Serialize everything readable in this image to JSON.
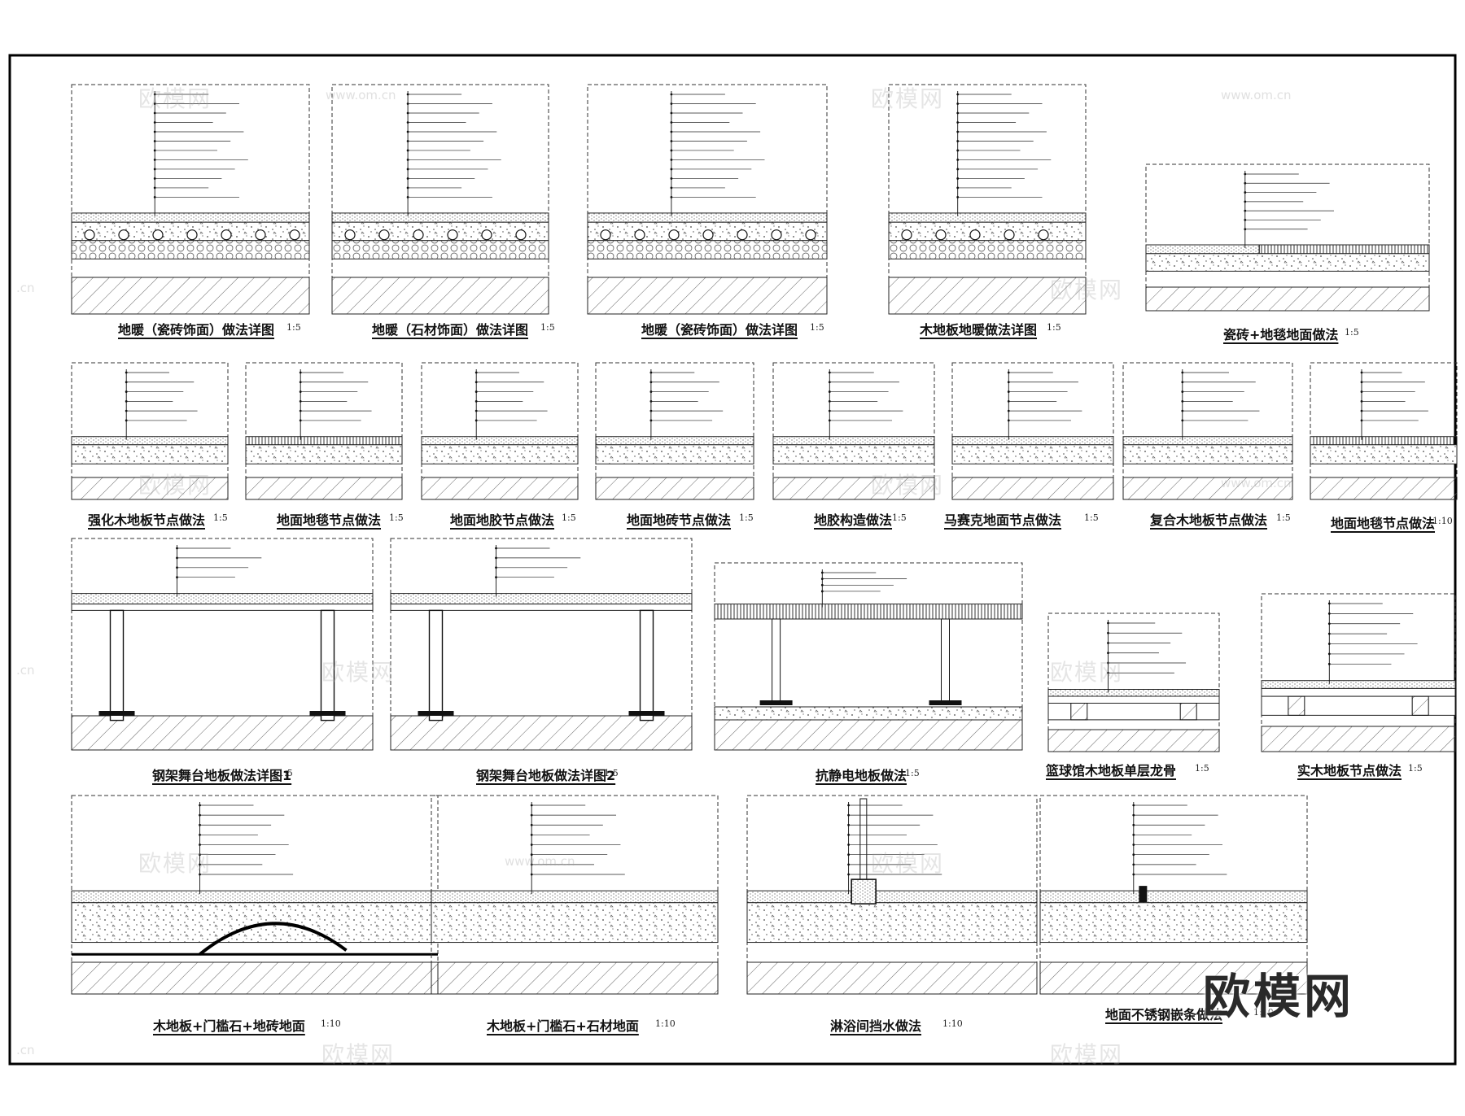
{
  "colors": {
    "ink": "#111111",
    "hatch": "#555555",
    "frame": "#000000",
    "watermark": "#a0a0a0"
  },
  "watermark": {
    "text": "欧模网",
    "url": "www.om.cn",
    "url_short": ".cn"
  },
  "brand_logo": "欧模网",
  "details": [
    {
      "title": "地暖（瓷砖饰面）做法详图",
      "scale": "1:5"
    },
    {
      "title": "地暖（石材饰面）做法详图",
      "scale": "1:5"
    },
    {
      "title": "地暖（瓷砖饰面）做法详图",
      "scale": "1:5"
    },
    {
      "title": "木地板地暖做法详图",
      "scale": "1:5"
    },
    {
      "title": "瓷砖+地毯地面做法",
      "scale": "1:5"
    },
    {
      "title": "强化木地板节点做法",
      "scale": "1:5"
    },
    {
      "title": "地面地毯节点做法",
      "scale": "1:5"
    },
    {
      "title": "地面地胶节点做法",
      "scale": "1:5"
    },
    {
      "title": "地面地砖节点做法",
      "scale": "1:5"
    },
    {
      "title": "地胶构造做法",
      "scale": "1:5"
    },
    {
      "title": "马赛克地面节点做法",
      "scale": "1:5"
    },
    {
      "title": "复合木地板节点做法",
      "scale": "1:5"
    },
    {
      "title": "地面地毯节点做法",
      "scale": "1:10"
    },
    {
      "title": "钢架舞台地板做法详图1",
      "scale": "1:5"
    },
    {
      "title": "钢架舞台地板做法详图2",
      "scale": "1:5"
    },
    {
      "title": "抗静电地板做法",
      "scale": "1:5"
    },
    {
      "title": "篮球馆木地板单层龙骨",
      "scale": "1:5"
    },
    {
      "title": "实木地板节点做法",
      "scale": "1:5"
    },
    {
      "title": "木地板+门槛石+地砖地面",
      "scale": "1:10"
    },
    {
      "title": "木地板+门槛石+石材地面",
      "scale": "1:10"
    },
    {
      "title": "淋浴间挡水做法",
      "scale": "1:10"
    },
    {
      "title": "地面不锈钢嵌条做法",
      "scale": "1:10"
    }
  ]
}
